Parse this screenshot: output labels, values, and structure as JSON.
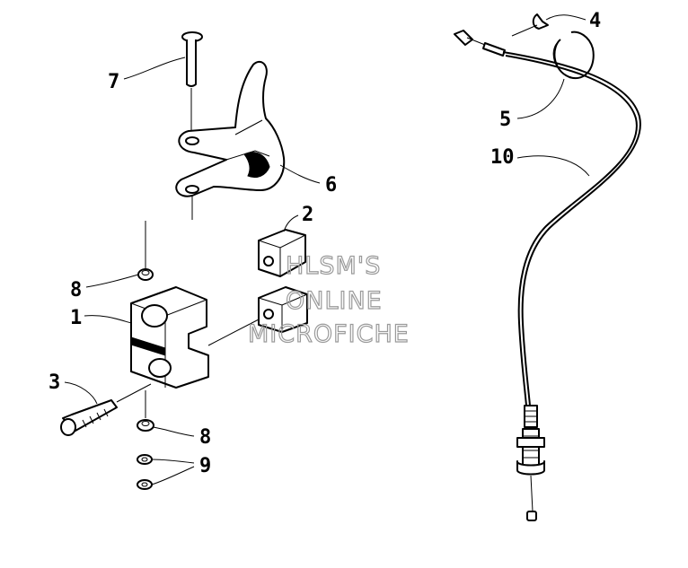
{
  "callouts": {
    "c1": "1",
    "c2": "2",
    "c3": "3",
    "c4": "4",
    "c5": "5",
    "c6": "6",
    "c7": "7",
    "c8a": "8",
    "c8b": "8",
    "c9": "9",
    "c10": "10"
  },
  "watermark": {
    "line1": "HLSM'S",
    "line2": "ONLINE",
    "line3": "MICROFICHE"
  },
  "colors": {
    "ink": "#000000",
    "paper": "#ffffff",
    "watermark": "#9a9a9a"
  }
}
